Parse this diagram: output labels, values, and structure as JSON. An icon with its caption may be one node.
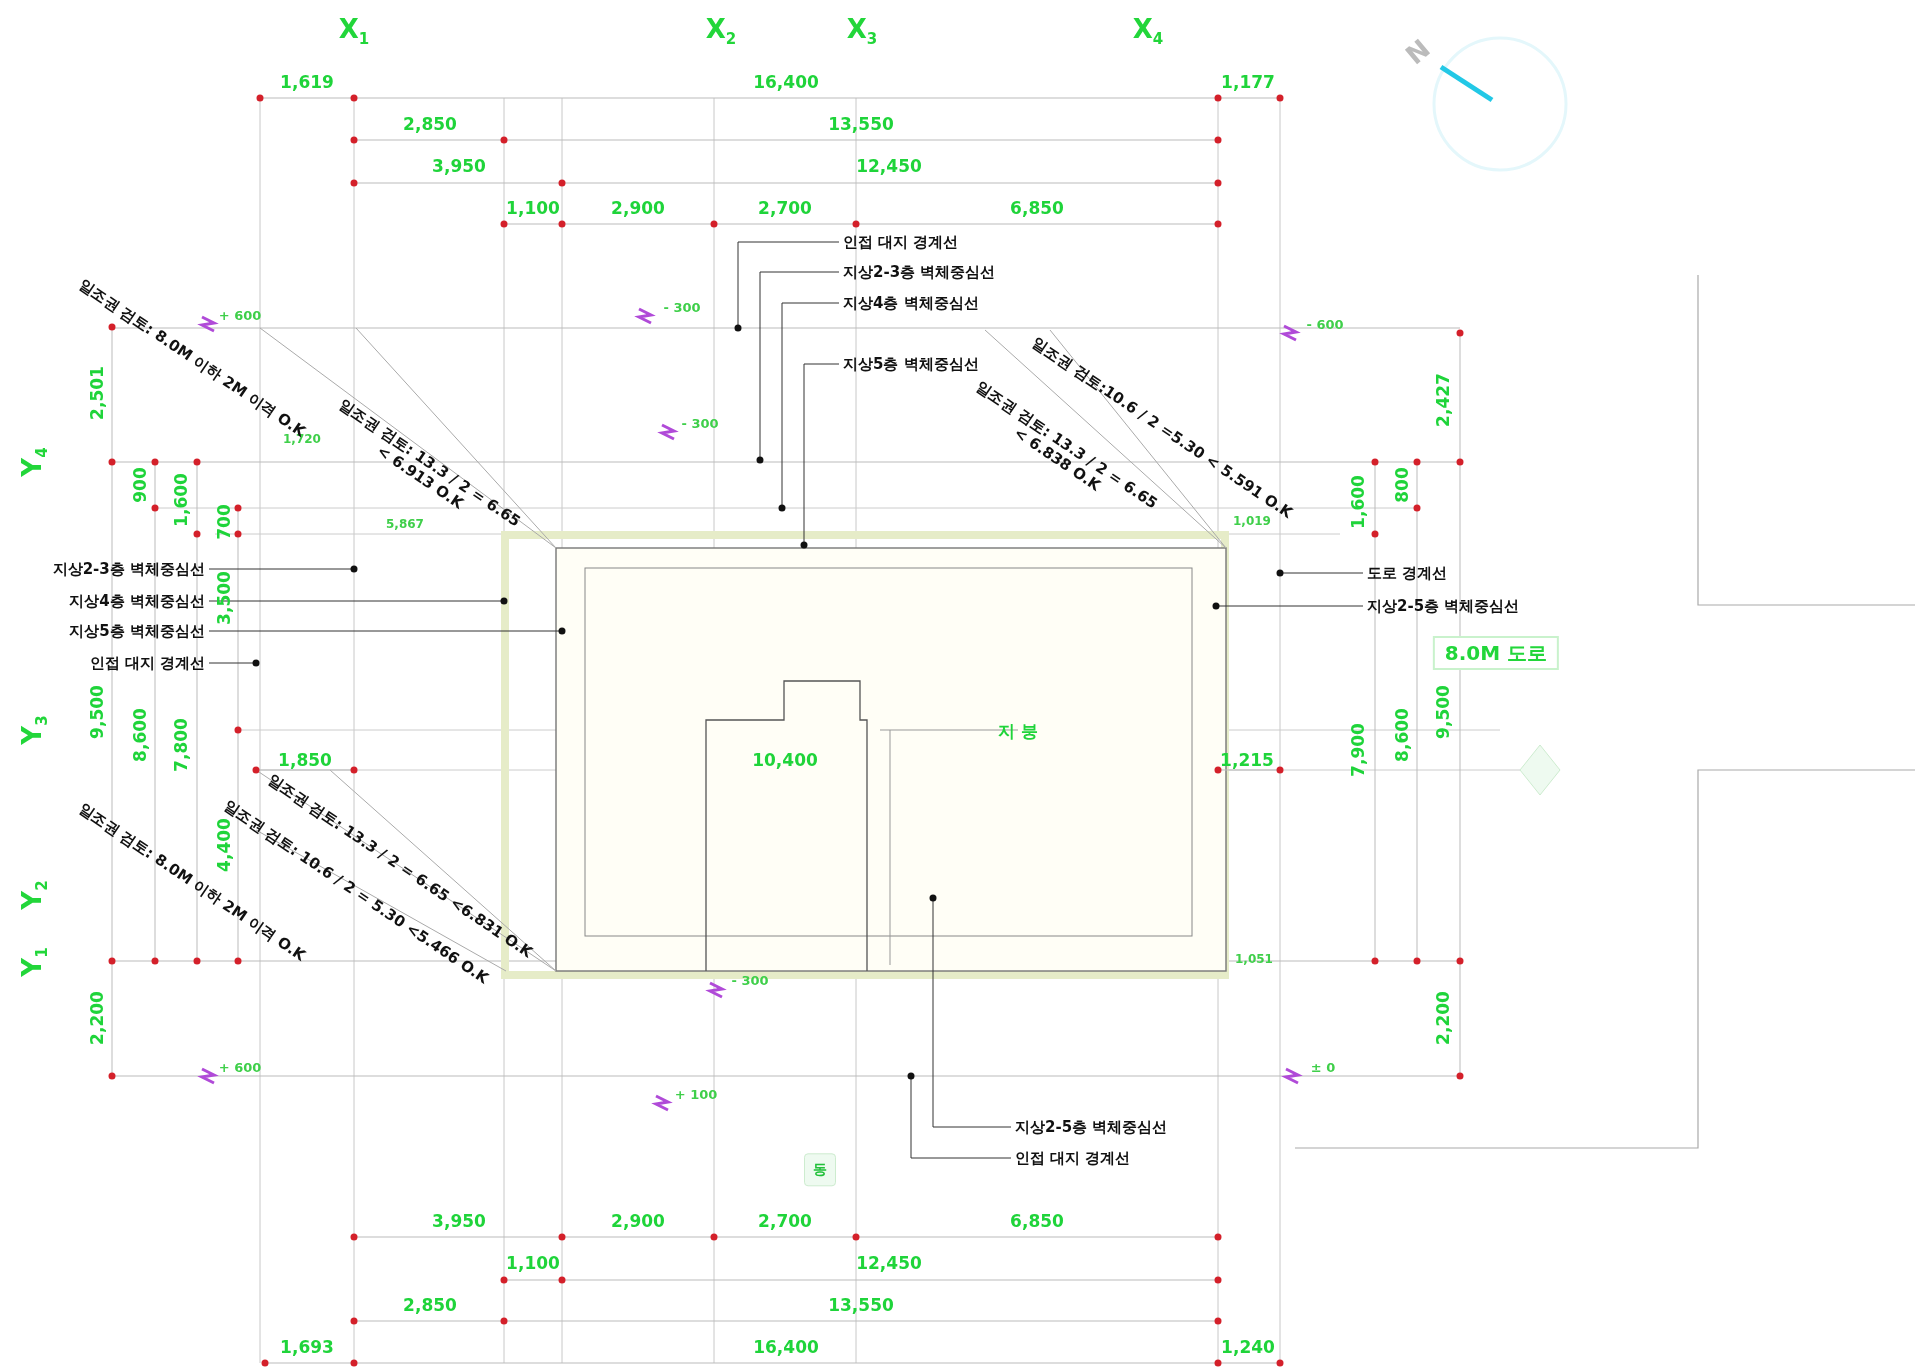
{
  "diagram": {
    "nodes": [
      {
        "text": [
          "인접 대지 경계선"
        ]
      },
      {
        "text": [
          "지상2-3층 벽체중심선"
        ]
      },
      {
        "text": [
          "지상4층 벽체중심선"
        ]
      },
      {
        "text": [
          "지상5층 벽체중심선"
        ]
      },
      {
        "text": [
          "지상2-3층 벽체중심선"
        ]
      },
      {
        "text": [
          "지상4층 벽체중심선"
        ]
      },
      {
        "text": [
          "지상5층 벽체중심선"
        ]
      },
      {
        "text": [
          "인접 대지 경계선"
        ]
      },
      {
        "text": [
          "도로 경계선"
        ]
      },
      {
        "text": [
          "지상2-5층 벽체중심선"
        ]
      },
      {
        "text": [
          "지상2-5층 벽체중심선"
        ]
      },
      {
        "text": [
          "인접 대지 경계선"
        ]
      },
      {
        "text": [
          "8.0M 도로"
        ]
      },
      {
        "text": [
          "동"
        ]
      }
    ],
    "edges": [
      {
        "from": 0,
        "to": null,
        "arrow": "other"
      },
      {
        "from": 1,
        "to": null,
        "arrow": "other"
      },
      {
        "from": 2,
        "to": null,
        "arrow": "other"
      },
      {
        "from": 3,
        "to": null,
        "arrow": "other"
      },
      {
        "from": 4,
        "to": null,
        "arrow": "other"
      },
      {
        "from": 5,
        "to": null,
        "arrow": "other"
      },
      {
        "from": 6,
        "to": null,
        "arrow": "other"
      },
      {
        "from": 7,
        "to": null,
        "arrow": "other"
      },
      {
        "from": 8,
        "to": null,
        "arrow": "other"
      },
      {
        "from": 9,
        "to": null,
        "arrow": "other"
      },
      {
        "from": 10,
        "to": null,
        "arrow": "other"
      },
      {
        "from": 11,
        "to": null,
        "arrow": "other"
      }
    ],
    "labels": [
      "X$_{1}$",
      "X$_{2}$",
      "X$_{3}$",
      "X$_{4}$",
      "N",
      "1,619",
      "16,400",
      "1,177",
      "2,850",
      "13,550",
      "3,950",
      "12,450",
      "1,100",
      "2,900",
      "2,700",
      "6,850",
      "Y$_{4}$",
      "2,501",
      "900",
      "1,600",
      "700",
      "3,500",
      "9,500",
      "8,600",
      "7,800",
      "Y$_{3}$",
      "4,400",
      "Y$_{2}$",
      "Y$_{1}$",
      "2,200",
      "1,720",
      "5,867",
      "1,850",
      "10,400",
      "지 붕",
      "1,215",
      "1,019",
      "1,051",
      "2,427",
      "1,600",
      "800",
      "7,900",
      "8,600",
      "9,500",
      "2,200",
      "3,950",
      "2,900",
      "2,700",
      "6,850",
      "1,100",
      "12,450",
      "2,850",
      "13,550",
      "1,693",
      "16,400",
      "1,240",
      "일조권 검토: 8.0M 이하 2M 이격 O.K",
      "일조권 검토: 13.3 / 2 = 6.65 < 6.913 O.K",
      "일조권 검토: 13.3 / 2 = 6.65 < 6.838 O.K",
      "일조권 검토:10.6 / 2 =5.30 < 5.591 O.K",
      "일조권 검토: 8.0M 이하 2M 이격 O.K",
      "일조권 검토: 13.3 / 2 = 6.65 <6.831 O.K",
      "일조권 검토: 10.6 / 2 = 5.30 <5.466 O.K",
      "+ 600",
      "- 300",
      "- 300",
      "- 600",
      "- 300",
      "+ 100",
      "+ 600",
      "± 0"
    ]
  }
}
